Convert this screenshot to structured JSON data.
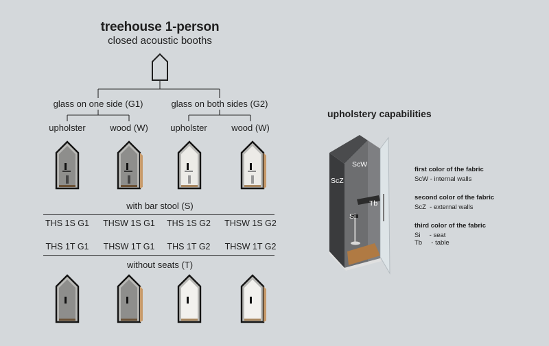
{
  "title": "treehouse 1-person",
  "subtitle": "closed acoustic booths",
  "branches": {
    "g1": "glass on one side (G1)",
    "g2": "glass on both sides (G2)"
  },
  "finishes": {
    "g1_upholster": "upholster",
    "g1_wood": "wood (W)",
    "g2_upholster": "upholster",
    "g2_wood": "wood (W)"
  },
  "bar_stool_label": "with bar stool (S)",
  "without_seats_label": "without seats (T)",
  "models_row1": [
    "THS 1S G1",
    "THSW 1S G1",
    "THS 1S G2",
    "THSW 1S G2"
  ],
  "models_row2": [
    "THS 1T G1",
    "THSW 1T G1",
    "THS 1T G2",
    "THSW 1T G2"
  ],
  "upholstery": {
    "title": "upholstery capabilities",
    "tags": {
      "scw": "ScW",
      "scz": "ScZ",
      "si": "Si",
      "tb": "Tb"
    },
    "legend": [
      {
        "heading": "first color of the fabric",
        "lines": [
          "ScW - internal walls"
        ]
      },
      {
        "heading": "second color of the fabric",
        "lines": [
          "ScZ  - external walls"
        ]
      },
      {
        "heading": "third color of the fabric",
        "lines": [
          "Si     - seat",
          "Tb     - table"
        ]
      }
    ]
  }
}
